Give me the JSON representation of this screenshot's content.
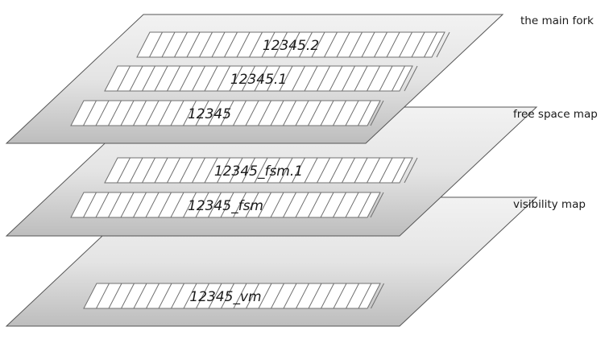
{
  "layers": [
    {
      "id": "vm",
      "side_label": "visibility map",
      "segments": [
        {
          "name": "12345_vm"
        }
      ]
    },
    {
      "id": "fsm",
      "side_label": "free space map",
      "segments": [
        {
          "name": "12345_fsm.1"
        },
        {
          "name": "12345_fsm"
        }
      ]
    },
    {
      "id": "main",
      "side_label": "the main fork",
      "segments": [
        {
          "name": "12345.2"
        },
        {
          "name": "12345.1"
        },
        {
          "name": "12345"
        }
      ]
    }
  ],
  "colors": {
    "plane_light": "#f1f1f1",
    "plane_dark": "#bfbfbf",
    "outline": "#555555",
    "strip_fill": "#ffffff",
    "hatch": "#707070"
  }
}
